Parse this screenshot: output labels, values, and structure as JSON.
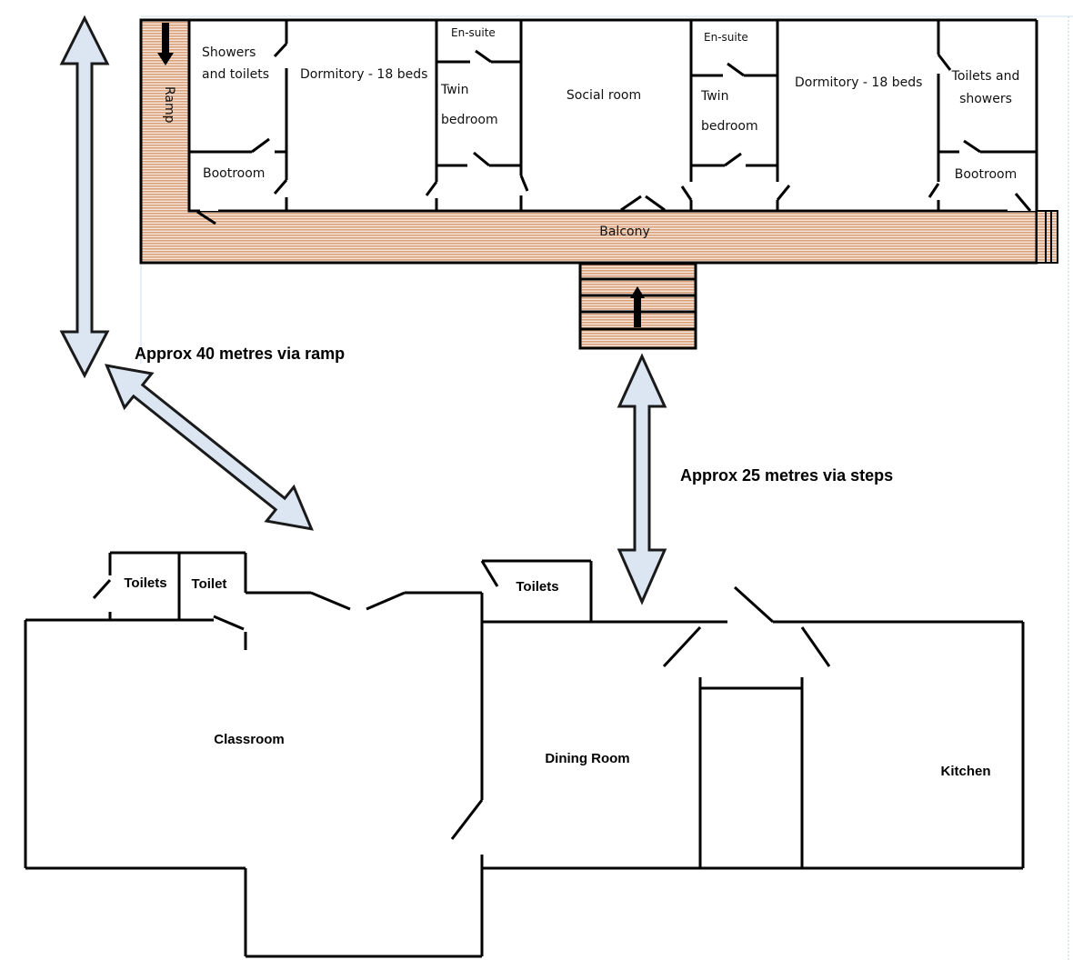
{
  "upper_building": {
    "ramp": "Ramp",
    "balcony": "Balcony",
    "rooms": {
      "showers_1": "Showers",
      "showers_2": "and toilets",
      "bootroom_left": "Bootroom",
      "dorm_left": "Dormitory - 18 beds",
      "ensuite_left": "En-suite",
      "twin_left_1": "Twin",
      "twin_left_2": "bedroom",
      "social": "Social room",
      "ensuite_right": "En-suite",
      "twin_right_1": "Twin",
      "twin_right_2": "bedroom",
      "dorm_right": "Dormitory - 18 beds",
      "toilets_right_1": "Toilets and",
      "toilets_right_2": "showers",
      "bootroom_right": "Bootroom"
    }
  },
  "distances": {
    "ramp": "Approx 40 metres via ramp",
    "steps": "Approx 25 metres via steps"
  },
  "lower_building": {
    "toilets_left": "Toilets",
    "toilet": "Toilet",
    "classroom": "Classroom",
    "toilets_mid": "Toilets",
    "dining": "Dining Room",
    "kitchen": "Kitchen"
  },
  "colors": {
    "deck": "#d9a27c",
    "arrow_fill": "#dce6f2"
  }
}
